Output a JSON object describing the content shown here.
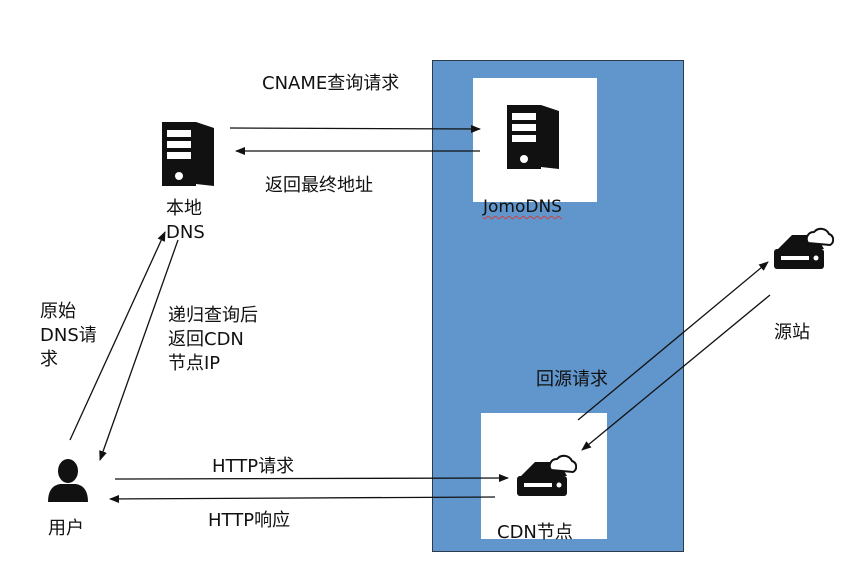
{
  "nodes": {
    "local_dns": {
      "line1": "本地",
      "line2": "DNS"
    },
    "jomodns": {
      "label": "JomoDNS"
    },
    "origin": {
      "label": "源站"
    },
    "user": {
      "label": "用户"
    },
    "cdn_node": {
      "label": "CDN节点"
    }
  },
  "edges": {
    "cname_query": "CNAME查询请求",
    "return_final": "返回最终地址",
    "original_dns_req": {
      "line1": "原始",
      "line2": "DNS请",
      "line3": "求"
    },
    "recursive_return": {
      "line1": "递归查询后",
      "line2": "返回CDN",
      "line3": "节点IP"
    },
    "back_to_origin": "回源请求",
    "http_request": "HTTP请求",
    "http_response": "HTTP响应"
  },
  "colors": {
    "panel_blue": "#6196cc",
    "icon_black": "#111111"
  },
  "icons": [
    "server-icon",
    "cloud-storage-icon",
    "user-icon"
  ]
}
